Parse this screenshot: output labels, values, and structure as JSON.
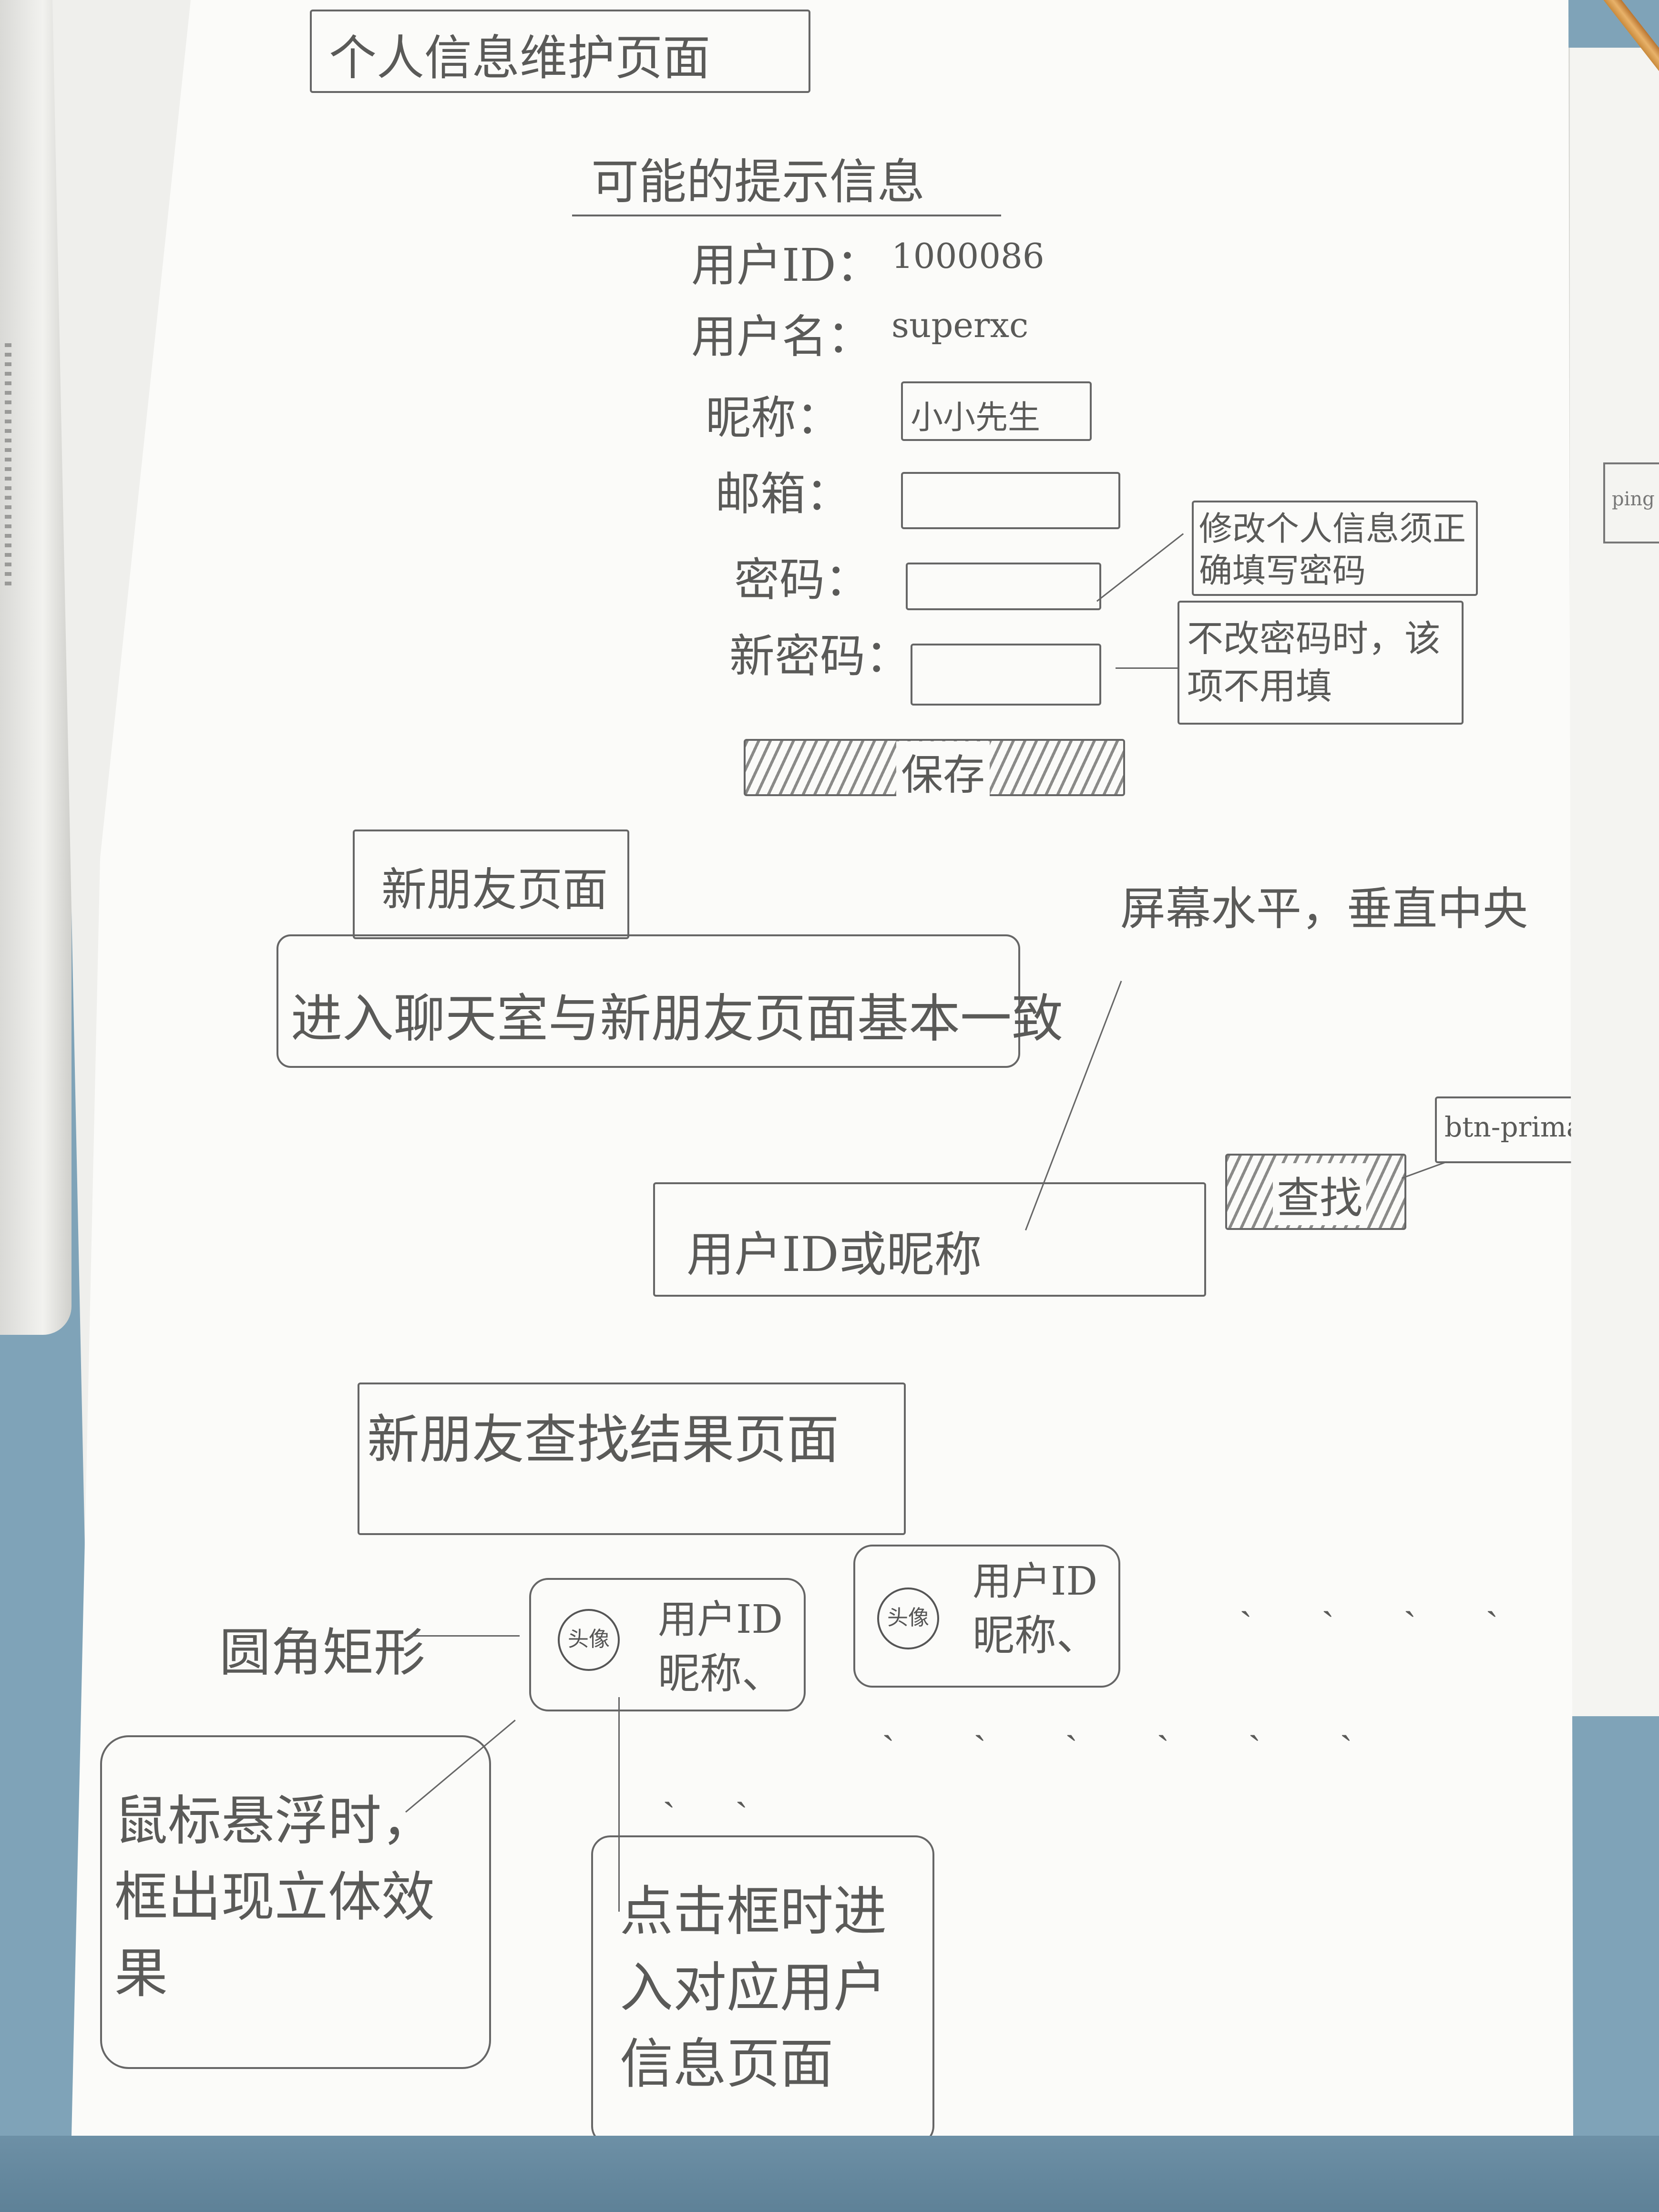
{
  "profile_page": {
    "title": "个人信息维护页面",
    "hint": "可能的提示信息",
    "fields": [
      {
        "label": "用户ID：",
        "value": "1000086"
      },
      {
        "label": "用户名：",
        "value": "superxc"
      },
      {
        "label": "昵称：",
        "value": "小小先生"
      },
      {
        "label": "邮箱：",
        "value": ""
      },
      {
        "label": "密码：",
        "value": ""
      },
      {
        "label": "新密码：",
        "value": ""
      }
    ],
    "note_password": "修改个人信息须正确填写密码",
    "note_new_password": "不改密码时，该项不用填",
    "save_label": "保存"
  },
  "new_friend_page": {
    "title": "新朋友页面",
    "note_chatroom": "进入聊天室与新朋友页面基本一致",
    "note_center": "屏幕水平，垂直中央",
    "search_placeholder": "用户ID或昵称",
    "search_label": "查找",
    "btn_class": "btn-primary"
  },
  "search_result_page": {
    "title": "新朋友查找结果页面",
    "note_rounded": "圆角矩形",
    "cards": [
      {
        "avatar": "头像",
        "id_label": "用户ID",
        "nick_label": "昵称、"
      },
      {
        "avatar": "头像",
        "id_label": "用户ID",
        "nick_label": "昵称、"
      }
    ],
    "note_hover": "鼠标悬浮时，框出现立体效果",
    "note_click": "点击框时进入对应用户信息页面"
  },
  "right_fragment": "ping"
}
